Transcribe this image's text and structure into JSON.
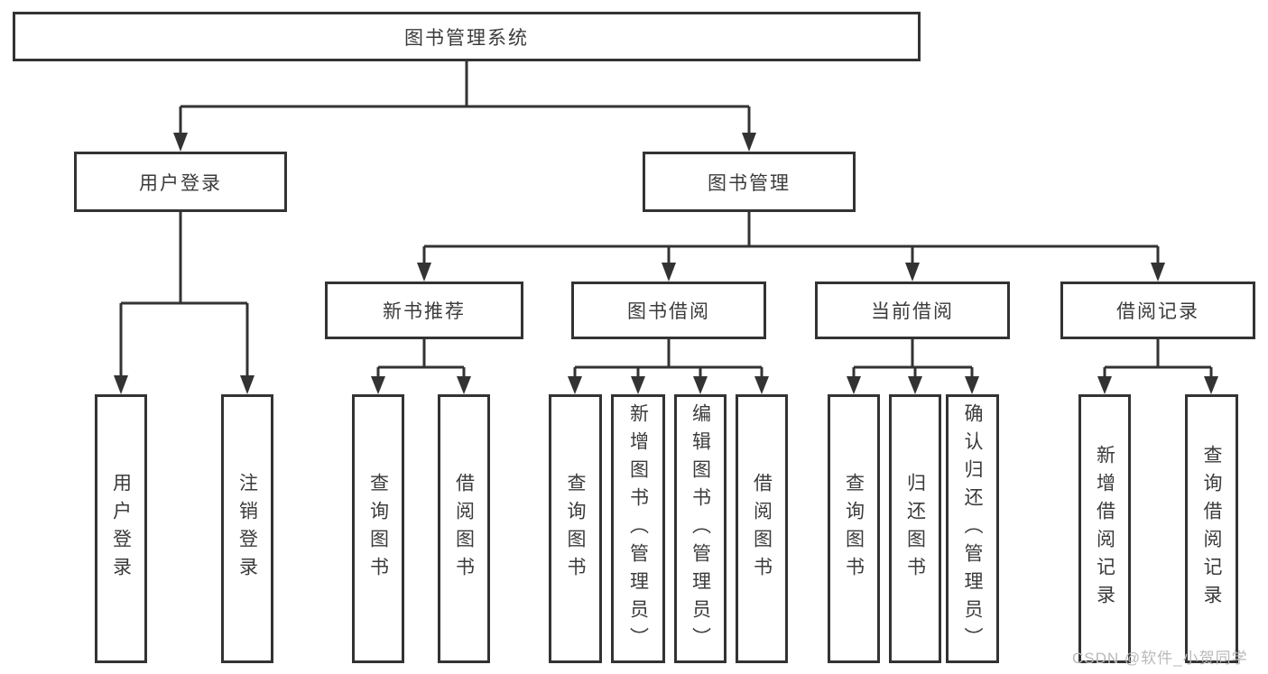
{
  "diagram": {
    "root": "图书管理系统",
    "branches": [
      {
        "label": "用户登录",
        "children": [
          "用户登录",
          "注销登录"
        ]
      },
      {
        "label": "图书管理",
        "children": [
          {
            "label": "新书推荐",
            "children": [
              "查询图书",
              "借阅图书"
            ]
          },
          {
            "label": "图书借阅",
            "children": [
              "查询图书",
              "新增图书（管理员）",
              "编辑图书（管理员）",
              "借阅图书"
            ]
          },
          {
            "label": "当前借阅",
            "children": [
              "查询图书",
              "归还图书",
              "确认归还（管理员）"
            ]
          },
          {
            "label": "借阅记录",
            "children": [
              "新增借阅记录",
              "查询借阅记录"
            ]
          }
        ]
      }
    ]
  },
  "watermark": "CSDN @软件_小贺同学",
  "colors": {
    "line": "#333333",
    "box_border": "#333333",
    "text": "#3b3b3b",
    "watermark": "#b9b9b9",
    "background": "#ffffff"
  }
}
